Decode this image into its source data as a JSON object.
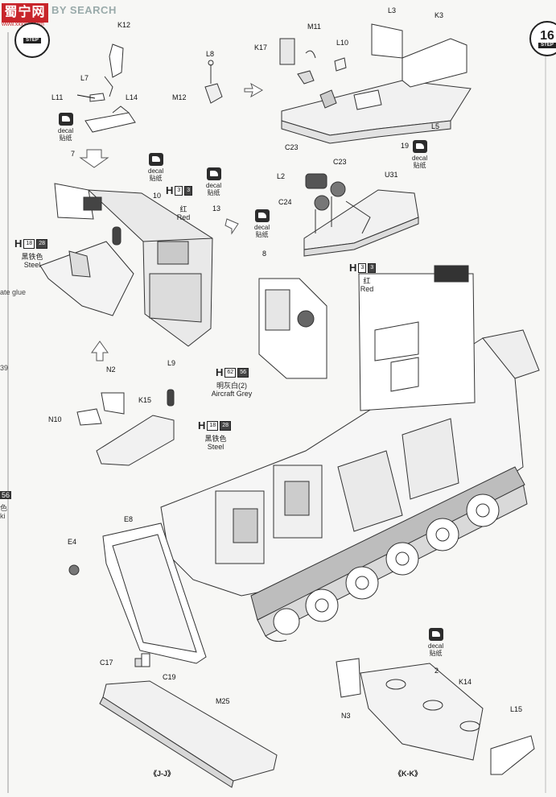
{
  "header": {
    "logo_text": "蜀宁网",
    "logo_sub": "www.xxxxxx.com",
    "logo_search": "BY SEARCH",
    "step_left": {
      "number": "",
      "word": "STEP"
    },
    "step_right": {
      "number": "16",
      "word": "STEP"
    }
  },
  "left_clipped": [
    "ate glue",
    "39",
    "56",
    "色",
    "ki"
  ],
  "part_labels": [
    "K12",
    "L7",
    "L11",
    "L14",
    "L8",
    "M12",
    "K17",
    "M11",
    "L10",
    "L3",
    "K3",
    "L5",
    "C23",
    "19",
    "C23",
    "L2",
    "C24",
    "U31",
    "7",
    "10",
    "13",
    "8",
    "N2",
    "L9",
    "N10",
    "K15",
    "E8",
    "E4",
    "C17",
    "C19",
    "M25",
    "K14",
    "2",
    "N3",
    "L15"
  ],
  "decals": [
    {
      "line1": "decal",
      "line2": "贴纸",
      "num": "7"
    },
    {
      "line1": "decal",
      "line2": "贴纸",
      "num": "10"
    },
    {
      "line1": "decal",
      "line2": "贴纸",
      "num": "13"
    },
    {
      "line1": "decal",
      "line2": "贴纸",
      "num": "19"
    },
    {
      "line1": "decal",
      "line2": "贴纸",
      "num": "8"
    },
    {
      "line1": "decal",
      "line2": "贴纸",
      "num": "2"
    }
  ],
  "paints": {
    "red_1": {
      "letter": "H",
      "code1": "3",
      "code2": "3",
      "cn": "红",
      "en": "Red"
    },
    "steel_1": {
      "letter": "H",
      "code1": "18",
      "code2": "28",
      "cn": "黑铁色",
      "en": "Steel"
    },
    "grey": {
      "letter": "H",
      "code1": "62",
      "code2": "56",
      "cn": "明灰白(2)",
      "en": "Aircraft Grey"
    },
    "steel_2": {
      "letter": "H",
      "code1": "18",
      "code2": "28",
      "cn": "黑铁色",
      "en": "Steel"
    },
    "red_2": {
      "letter": "H",
      "code1": "3",
      "code2": "3",
      "cn": "红",
      "en": "Red"
    }
  },
  "views": [
    "《J-J》",
    "《K-K》"
  ]
}
